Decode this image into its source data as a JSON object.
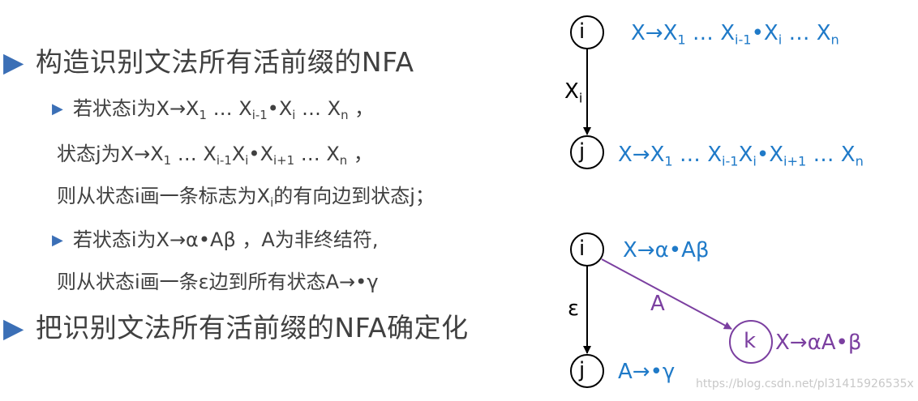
{
  "bullets": {
    "b1": "构造识别文法所有活前缀的NFA",
    "b2": "把识别文法所有活前缀的NFA确定化"
  },
  "rule1": {
    "l1_pre": "若状态i为X→X",
    "l1_sub1": "1",
    "l1_mid": " … X",
    "l1_sub2": "i-1",
    "l1_dot": "•X",
    "l1_sub3": "i",
    "l1_end": " … X",
    "l1_sub4": "n",
    "l1_comma": " ，",
    "l2_pre": "状态j为X→X",
    "l2_sub1": "1",
    "l2_mid": " … X",
    "l2_sub2": "i-1",
    "l2_x": "X",
    "l2_sub3": "i",
    "l2_dot": "•X",
    "l2_sub4": "i+1",
    "l2_end": " … X",
    "l2_sub5": "n",
    "l2_comma": " ，",
    "l3_pre": "则从状态i画一条标志为X",
    "l3_sub": "i",
    "l3_end": "的有向边到状态j；"
  },
  "rule2": {
    "l1": "若状态i为X→α•Aβ ，A为非终结符,",
    "l2": "则从状态i画一条ε边到所有状态A→•γ"
  },
  "diagram1": {
    "node_i": "i",
    "node_j": "j",
    "edge_x": "X",
    "edge_sub": "i",
    "i_pre": "X→X",
    "i_s1": "1",
    "i_mid": " … X",
    "i_s2": "i-1",
    "i_dot": "•X",
    "i_s3": "i",
    "i_end": " … X",
    "i_s4": "n",
    "j_pre": "X→X",
    "j_s1": "1",
    "j_mid": " … X",
    "j_s2": "i-1",
    "j_x": "X",
    "j_s3": "i",
    "j_dot": "•X",
    "j_s4": "i+1",
    "j_end": " … X",
    "j_s5": "n"
  },
  "diagram2": {
    "node_i": "i",
    "node_j": "j",
    "node_k": "k",
    "edge_eps": "ε",
    "edge_A": "A",
    "i_item": "X→α•Aβ",
    "j_item": "A→•γ",
    "k_item": "X→αA•β"
  },
  "watermark": "https://blog.csdn.net/pl31415926535x",
  "colors": {
    "bullet": "#3b6fb6",
    "item": "#1f7ac8",
    "purple": "#7b3fa0",
    "text": "#404040"
  }
}
